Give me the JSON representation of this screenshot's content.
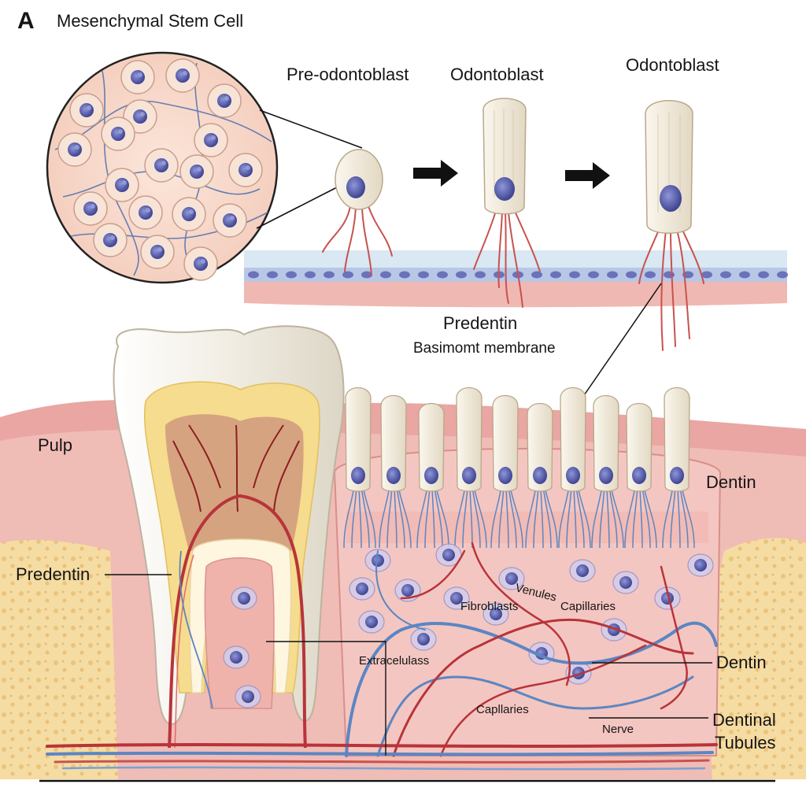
{
  "figure": {
    "panel_letter": "A",
    "title": "Mesenchymal Stem Cell"
  },
  "stages": {
    "pre_odontoblast": "Pre-odontoblast",
    "odontoblast_1": "Odontoblast",
    "odontoblast_2": "Odontoblast"
  },
  "membrane_labels": {
    "predentin": "Predentin",
    "basement": "Basimomt membrane"
  },
  "tissue_labels": {
    "pulp": "Pulp",
    "dentin_top": "Dentin",
    "predentin": "Predentin",
    "venules": "Venules",
    "fibroblasts": "Fibroblasts",
    "capillaries_1": "Capillaries",
    "extracellular": "Extracelulass",
    "dentin_right": "Dentin",
    "capillaries_2": "Capllaries",
    "dentinal": "Dentinal",
    "tubules": "Tubules",
    "nerve": "Nerve"
  },
  "colors": {
    "pulp_pink": "#e9a6a2",
    "tissue_pink": "#f3c4bf",
    "enamel": "#f2efe6",
    "dentin_yellow": "#f3d98a",
    "bone_yellow": "#f3d9a0",
    "artery_red": "#b8343a",
    "vein_blue": "#5b86c3",
    "nucleus": "#5e63b0",
    "cell_body": "#efe8d8"
  }
}
